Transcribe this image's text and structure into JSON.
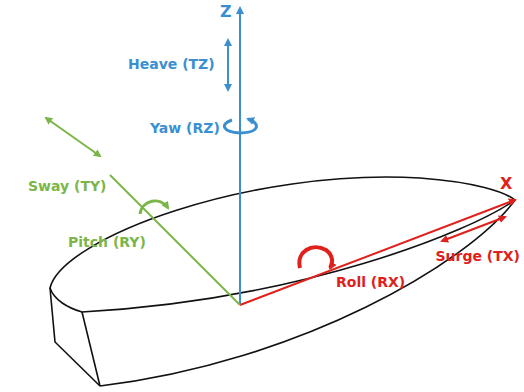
{
  "diagram": {
    "labels": [
      "Z",
      "Heave (TZ)",
      "Yaw (RZ)",
      "Sway (TY)",
      "Pitch (RY)",
      "Roll (RX)",
      "X",
      "Surge (TX)"
    ]
  }
}
